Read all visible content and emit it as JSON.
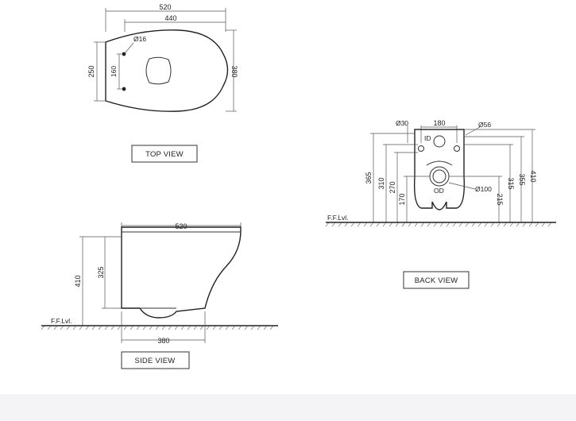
{
  "top_view": {
    "title": "TOP VIEW",
    "dim_overall_length": "520",
    "dim_bowl_length": "440",
    "dim_hole_diameter": "Ø16",
    "dim_hole_spacing": "160",
    "dim_back_width": "250",
    "dim_width": "380"
  },
  "side_view": {
    "title": "SIDE VIEW",
    "dim_length": "520",
    "dim_total_height": "410",
    "dim_bowl_height": "325",
    "dim_base_length": "380",
    "floor_label": "F.F.Lvl."
  },
  "back_view": {
    "title": "BACK VIEW",
    "dim_small_hole": "Ø30",
    "dim_spacing": "180",
    "dim_inlet": "Ø56",
    "id_label": "ID",
    "od_label": "OD",
    "dim_outlet": "Ø100",
    "dims_left": [
      "365",
      "310",
      "270",
      "170"
    ],
    "dims_right": [
      "215",
      "315",
      "355",
      "410"
    ],
    "floor_label": "F.F.Lvl."
  }
}
